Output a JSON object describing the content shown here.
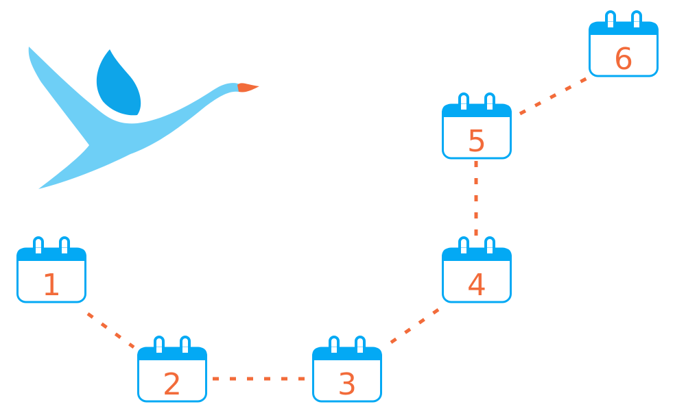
{
  "colors": {
    "calendar_blue": "#03A9F4",
    "connector_orange": "#F26B3A",
    "bird_light": "#6ECFF6",
    "bird_dark": "#0EA5E9",
    "beak_orange": "#F26B3A",
    "background": "#FFFFFF"
  },
  "icons": {
    "bird": "swan-icon",
    "step": "calendar-icon"
  },
  "steps": [
    {
      "label": "1"
    },
    {
      "label": "2"
    },
    {
      "label": "3"
    },
    {
      "label": "4"
    },
    {
      "label": "5"
    },
    {
      "label": "6"
    }
  ]
}
